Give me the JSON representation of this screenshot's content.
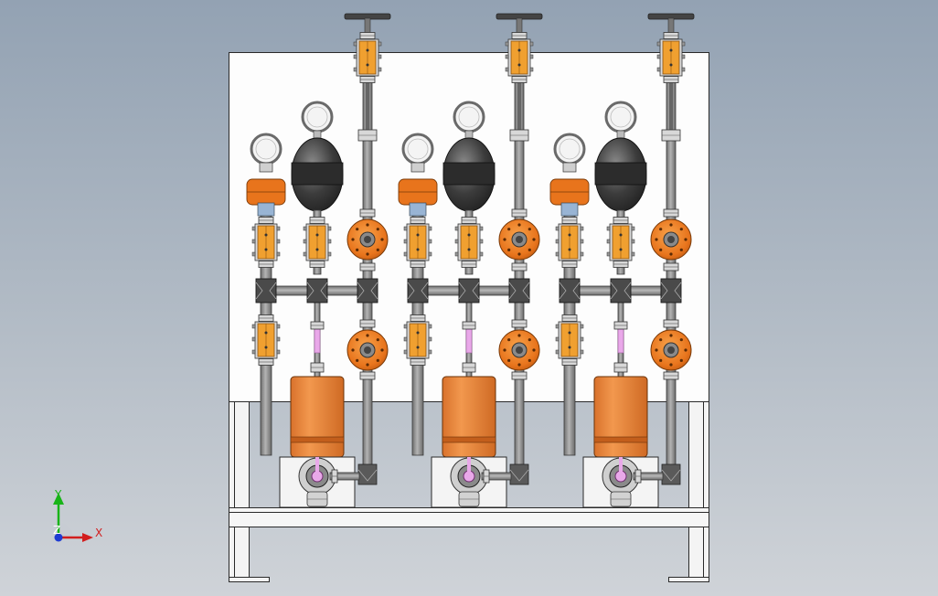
{
  "viewport": {
    "background_top": "#93a2b3",
    "background_bottom": "#cfd3d8"
  },
  "model": {
    "skid_units": 3,
    "colors": {
      "panel": "#fdfdfd",
      "frame_line": "#2a2a2a",
      "pipe": "#9a9a9a",
      "pipe_dark": "#5a5a5a",
      "fitting": "#7a7a7a",
      "valve_orange": "#f0a030",
      "pump_orange": "#ee8a3e",
      "pump_band": "#c25e1c",
      "accumulator": "#3c3c3c",
      "gauge_ring": "#6a6a6a",
      "gauge_face": "#f4f4f4",
      "diaphragm_orange": "#e8741c",
      "handwheel": "#444444",
      "tubing_pink": "#e9a8e9",
      "reducer_blue": "#98b4d4"
    }
  },
  "triad": {
    "y_label": "Y",
    "x_label": "X",
    "z_label": "Z",
    "y_color": "#18b418",
    "x_color": "#d21e1e",
    "z_color": "#1e3cd2"
  }
}
